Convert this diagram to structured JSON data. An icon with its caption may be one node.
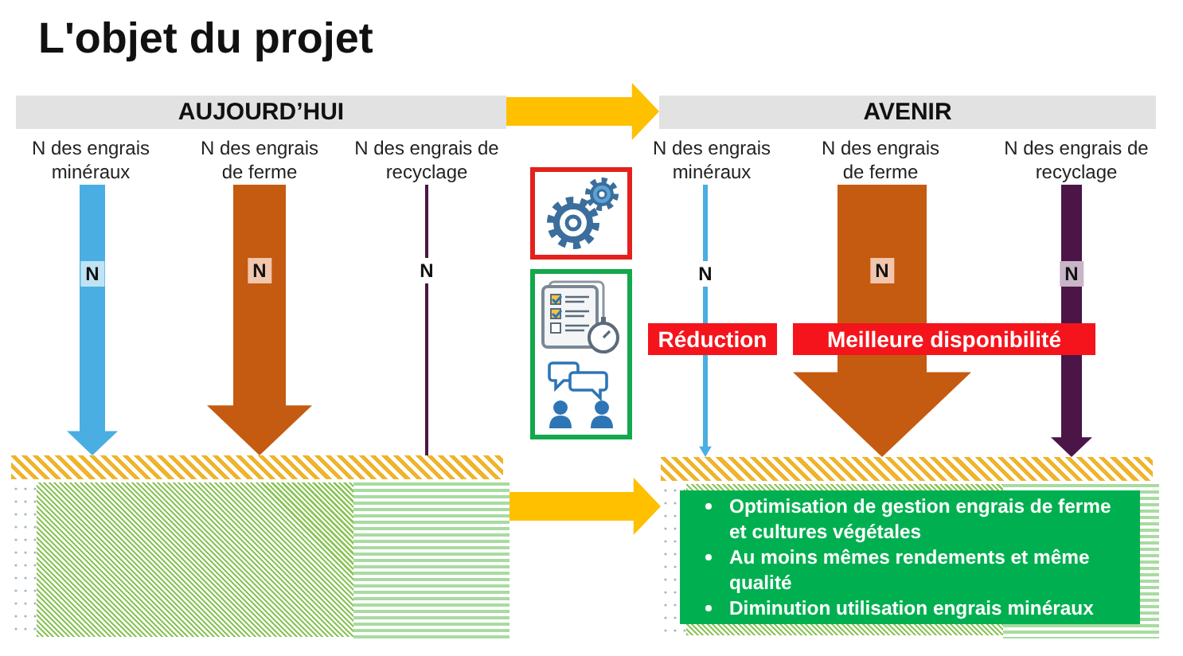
{
  "diagram": {
    "title": "L'objet du projet",
    "nodes": [
      {
        "text": [
          "AUJOURD’HUI"
        ]
      },
      {
        "text": [
          "AVENIR"
        ]
      },
      {
        "text": [
          "N des engrais minéraux"
        ]
      },
      {
        "text": [
          "N des engrais de ferme"
        ]
      },
      {
        "text": [
          "N des engrais de recyclage"
        ]
      },
      {
        "text": [
          "N des engrais minéraux"
        ]
      },
      {
        "text": [
          "N des engrais de ferme"
        ]
      },
      {
        "text": [
          "N des engrais de recyclage"
        ]
      },
      {
        "text": [],
        "shape": "picture"
      },
      {
        "text": [],
        "shape": "picture"
      },
      {
        "text": [
          "Réduction"
        ]
      },
      {
        "text": [
          "Meilleure disponibilité"
        ]
      },
      {
        "text": [],
        "shape": "box"
      },
      {
        "text": [],
        "shape": "box"
      },
      {
        "text": [
          "Optimisation de gestion engrais de ferme et cultures végétales",
          "Au moins mêmes rendements et même qualité",
          "Diminution utilisation engrais minéraux"
        ],
        "in": 13
      }
    ],
    "edges": [
      {
        "from": 0,
        "to": 1,
        "arrow": "to",
        "color": "#ffc000"
      },
      {
        "from": 2,
        "to": 12,
        "arrow": "to",
        "label": "N",
        "color": "#4aaee3"
      },
      {
        "from": 3,
        "to": 12,
        "arrow": "to",
        "label": "N",
        "style": "thick",
        "color": "#c55a11"
      },
      {
        "from": 4,
        "to": 12,
        "arrow": "none",
        "label": "N",
        "color": "#4b1548"
      },
      {
        "from": 5,
        "to": 13,
        "arrow": "to",
        "label": "N",
        "color": "#4aaee3"
      },
      {
        "from": 6,
        "to": 13,
        "arrow": "to",
        "label": "N",
        "style": "thick",
        "color": "#c55a11"
      },
      {
        "from": 7,
        "to": 13,
        "arrow": "to",
        "label": "N",
        "color": "#4b1548"
      },
      {
        "from": 12,
        "to": 13,
        "arrow": "to",
        "color": "#ffc000"
      }
    ]
  }
}
